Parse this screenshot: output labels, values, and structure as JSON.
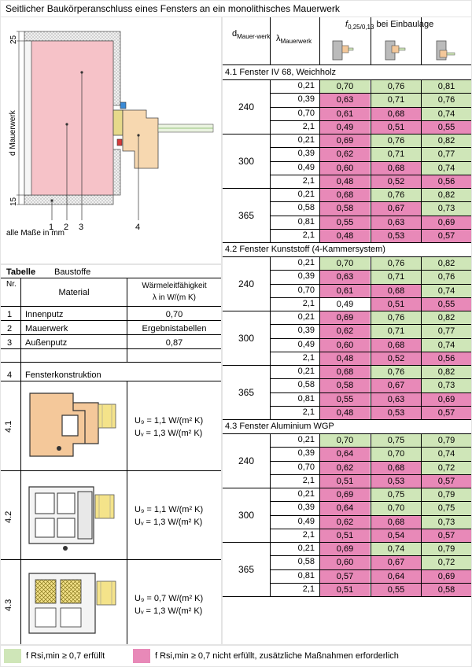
{
  "title": "Seitlicher Baukörperanschluss eines Fensters an ein monolithisches Mauerwerk",
  "detail": {
    "dim_top": "25",
    "dim_bottom": "15",
    "dim_side": "d Mauerwerk",
    "callouts": [
      "1",
      "2",
      "3",
      "4"
    ],
    "units_note": "alle Maße in mm"
  },
  "results_header": {
    "d": "d",
    "d_sub": "Mauer-werk",
    "lambda": "λ",
    "lambda_sub": "Mauerwerk",
    "f": "f",
    "f_sub": "0,25/0,13",
    "f_rest": "bei Einbaulage"
  },
  "materials": {
    "title": "Tabelle",
    "subtitle": "Baustoffe",
    "col_nr": "Nr.",
    "col_material": "Material",
    "col_lambda_1": "Wärmeleitfähigkeit",
    "col_lambda_2": "λ in W/(m K)",
    "rows": [
      {
        "nr": "1",
        "material": "Innenputz",
        "value": "0,70"
      },
      {
        "nr": "2",
        "material": "Mauerwerk",
        "value": "Ergebnistabellen"
      },
      {
        "nr": "3",
        "material": "Außenputz",
        "value": "0,87"
      }
    ],
    "window_nr": "4",
    "window_label": "Fensterkonstruktion",
    "windows": [
      {
        "id": "4.1",
        "ug": "U₉ = 1,1 W/(m² K)",
        "uw": "Uᵥ = 1,3 W/(m² K)"
      },
      {
        "id": "4.2",
        "ug": "U₉ = 1,1 W/(m² K)",
        "uw": "Uᵥ = 1,3 W/(m² K)"
      },
      {
        "id": "4.3",
        "ug": "U₉ = 0,7 W/(m² K)",
        "uw": "Uᵥ = 1,3 W/(m² K)"
      }
    ]
  },
  "colors": {
    "ok": "#cfe6b8",
    "fail": "#e889b8"
  },
  "sections": [
    {
      "title": "4.1 Fenster IV 68, Weichholz",
      "groups": [
        {
          "d": "240",
          "rows": [
            {
              "lambda": "0,21",
              "v": [
                [
                  "0,70",
                  "g"
                ],
                [
                  "0,76",
                  "g"
                ],
                [
                  "0,81",
                  "g"
                ]
              ]
            },
            {
              "lambda": "0,39",
              "v": [
                [
                  "0,63",
                  "p"
                ],
                [
                  "0,71",
                  "g"
                ],
                [
                  "0,76",
                  "g"
                ]
              ]
            },
            {
              "lambda": "0,70",
              "v": [
                [
                  "0,61",
                  "p"
                ],
                [
                  "0,68",
                  "p"
                ],
                [
                  "0,74",
                  "g"
                ]
              ]
            },
            {
              "lambda": "2,1",
              "v": [
                [
                  "0,49",
                  "p"
                ],
                [
                  "0,51",
                  "p"
                ],
                [
                  "0,55",
                  "p"
                ]
              ]
            }
          ]
        },
        {
          "d": "300",
          "rows": [
            {
              "lambda": "0,21",
              "v": [
                [
                  "0,69",
                  "p"
                ],
                [
                  "0,76",
                  "g"
                ],
                [
                  "0,82",
                  "g"
                ]
              ]
            },
            {
              "lambda": "0,39",
              "v": [
                [
                  "0,62",
                  "p"
                ],
                [
                  "0,71",
                  "g"
                ],
                [
                  "0,77",
                  "g"
                ]
              ]
            },
            {
              "lambda": "0,49",
              "v": [
                [
                  "0,60",
                  "p"
                ],
                [
                  "0,68",
                  "p"
                ],
                [
                  "0,74",
                  "g"
                ]
              ]
            },
            {
              "lambda": "2,1",
              "v": [
                [
                  "0,48",
                  "p"
                ],
                [
                  "0,52",
                  "p"
                ],
                [
                  "0,56",
                  "p"
                ]
              ]
            }
          ]
        },
        {
          "d": "365",
          "rows": [
            {
              "lambda": "0,21",
              "v": [
                [
                  "0,68",
                  "p"
                ],
                [
                  "0,76",
                  "g"
                ],
                [
                  "0,82",
                  "g"
                ]
              ]
            },
            {
              "lambda": "0,58",
              "v": [
                [
                  "0,58",
                  "p"
                ],
                [
                  "0,67",
                  "p"
                ],
                [
                  "0,73",
                  "g"
                ]
              ]
            },
            {
              "lambda": "0,81",
              "v": [
                [
                  "0,55",
                  "p"
                ],
                [
                  "0,63",
                  "p"
                ],
                [
                  "0,69",
                  "p"
                ]
              ]
            },
            {
              "lambda": "2,1",
              "v": [
                [
                  "0,48",
                  "p"
                ],
                [
                  "0,53",
                  "p"
                ],
                [
                  "0,57",
                  "p"
                ]
              ]
            }
          ]
        }
      ]
    },
    {
      "title": "4.2 Fenster Kunststoff (4-Kammersystem)",
      "groups": [
        {
          "d": "240",
          "rows": [
            {
              "lambda": "0,21",
              "v": [
                [
                  "0,70",
                  "g"
                ],
                [
                  "0,76",
                  "g"
                ],
                [
                  "0,82",
                  "g"
                ]
              ]
            },
            {
              "lambda": "0,39",
              "v": [
                [
                  "0,63",
                  "p"
                ],
                [
                  "0,71",
                  "g"
                ],
                [
                  "0,76",
                  "g"
                ]
              ]
            },
            {
              "lambda": "0,70",
              "v": [
                [
                  "0,61",
                  "p"
                ],
                [
                  "0,68",
                  "p"
                ],
                [
                  "0,74",
                  "g"
                ]
              ]
            },
            {
              "lambda": "2,1",
              "v": [
                [
                  "0,49",
                  "w"
                ],
                [
                  "0,51",
                  "p"
                ],
                [
                  "0,55",
                  "p"
                ]
              ]
            }
          ]
        },
        {
          "d": "300",
          "rows": [
            {
              "lambda": "0,21",
              "v": [
                [
                  "0,69",
                  "p"
                ],
                [
                  "0,76",
                  "g"
                ],
                [
                  "0,82",
                  "g"
                ]
              ]
            },
            {
              "lambda": "0,39",
              "v": [
                [
                  "0,62",
                  "p"
                ],
                [
                  "0,71",
                  "g"
                ],
                [
                  "0,77",
                  "g"
                ]
              ]
            },
            {
              "lambda": "0,49",
              "v": [
                [
                  "0,60",
                  "p"
                ],
                [
                  "0,68",
                  "p"
                ],
                [
                  "0,74",
                  "g"
                ]
              ]
            },
            {
              "lambda": "2,1",
              "v": [
                [
                  "0,48",
                  "p"
                ],
                [
                  "0,52",
                  "p"
                ],
                [
                  "0,56",
                  "p"
                ]
              ]
            }
          ]
        },
        {
          "d": "365",
          "rows": [
            {
              "lambda": "0,21",
              "v": [
                [
                  "0,68",
                  "p"
                ],
                [
                  "0,76",
                  "g"
                ],
                [
                  "0,82",
                  "g"
                ]
              ]
            },
            {
              "lambda": "0,58",
              "v": [
                [
                  "0,58",
                  "p"
                ],
                [
                  "0,67",
                  "p"
                ],
                [
                  "0,73",
                  "g"
                ]
              ]
            },
            {
              "lambda": "0,81",
              "v": [
                [
                  "0,55",
                  "p"
                ],
                [
                  "0,63",
                  "p"
                ],
                [
                  "0,69",
                  "p"
                ]
              ]
            },
            {
              "lambda": "2,1",
              "v": [
                [
                  "0,48",
                  "p"
                ],
                [
                  "0,53",
                  "p"
                ],
                [
                  "0,57",
                  "p"
                ]
              ]
            }
          ]
        }
      ]
    },
    {
      "title": "4.3 Fenster Aluminium WGP",
      "groups": [
        {
          "d": "240",
          "rows": [
            {
              "lambda": "0,21",
              "v": [
                [
                  "0,70",
                  "g"
                ],
                [
                  "0,75",
                  "g"
                ],
                [
                  "0,79",
                  "g"
                ]
              ]
            },
            {
              "lambda": "0,39",
              "v": [
                [
                  "0,64",
                  "p"
                ],
                [
                  "0,70",
                  "g"
                ],
                [
                  "0,74",
                  "g"
                ]
              ]
            },
            {
              "lambda": "0,70",
              "v": [
                [
                  "0,62",
                  "p"
                ],
                [
                  "0,68",
                  "p"
                ],
                [
                  "0,72",
                  "g"
                ]
              ]
            },
            {
              "lambda": "2,1",
              "v": [
                [
                  "0,51",
                  "p"
                ],
                [
                  "0,53",
                  "p"
                ],
                [
                  "0,57",
                  "p"
                ]
              ]
            }
          ]
        },
        {
          "d": "300",
          "rows": [
            {
              "lambda": "0,21",
              "v": [
                [
                  "0,69",
                  "p"
                ],
                [
                  "0,75",
                  "g"
                ],
                [
                  "0,79",
                  "g"
                ]
              ]
            },
            {
              "lambda": "0,39",
              "v": [
                [
                  "0,64",
                  "p"
                ],
                [
                  "0,70",
                  "g"
                ],
                [
                  "0,75",
                  "g"
                ]
              ]
            },
            {
              "lambda": "0,49",
              "v": [
                [
                  "0,62",
                  "p"
                ],
                [
                  "0,68",
                  "p"
                ],
                [
                  "0,73",
                  "g"
                ]
              ]
            },
            {
              "lambda": "2,1",
              "v": [
                [
                  "0,51",
                  "p"
                ],
                [
                  "0,54",
                  "p"
                ],
                [
                  "0,57",
                  "p"
                ]
              ]
            }
          ]
        },
        {
          "d": "365",
          "rows": [
            {
              "lambda": "0,21",
              "v": [
                [
                  "0,69",
                  "p"
                ],
                [
                  "0,74",
                  "g"
                ],
                [
                  "0,79",
                  "g"
                ]
              ]
            },
            {
              "lambda": "0,58",
              "v": [
                [
                  "0,60",
                  "p"
                ],
                [
                  "0,67",
                  "p"
                ],
                [
                  "0,72",
                  "g"
                ]
              ]
            },
            {
              "lambda": "0,81",
              "v": [
                [
                  "0,57",
                  "p"
                ],
                [
                  "0,64",
                  "p"
                ],
                [
                  "0,69",
                  "p"
                ]
              ]
            },
            {
              "lambda": "2,1",
              "v": [
                [
                  "0,51",
                  "p"
                ],
                [
                  "0,55",
                  "p"
                ],
                [
                  "0,58",
                  "p"
                ]
              ]
            }
          ]
        }
      ]
    }
  ],
  "legend": {
    "ok_text": "f Rsi,min ≥ 0,7 erfüllt",
    "fail_text": "f Rsi,min ≥ 0,7 nicht erfüllt, zusätzliche Maßnahmen erforderlich"
  }
}
